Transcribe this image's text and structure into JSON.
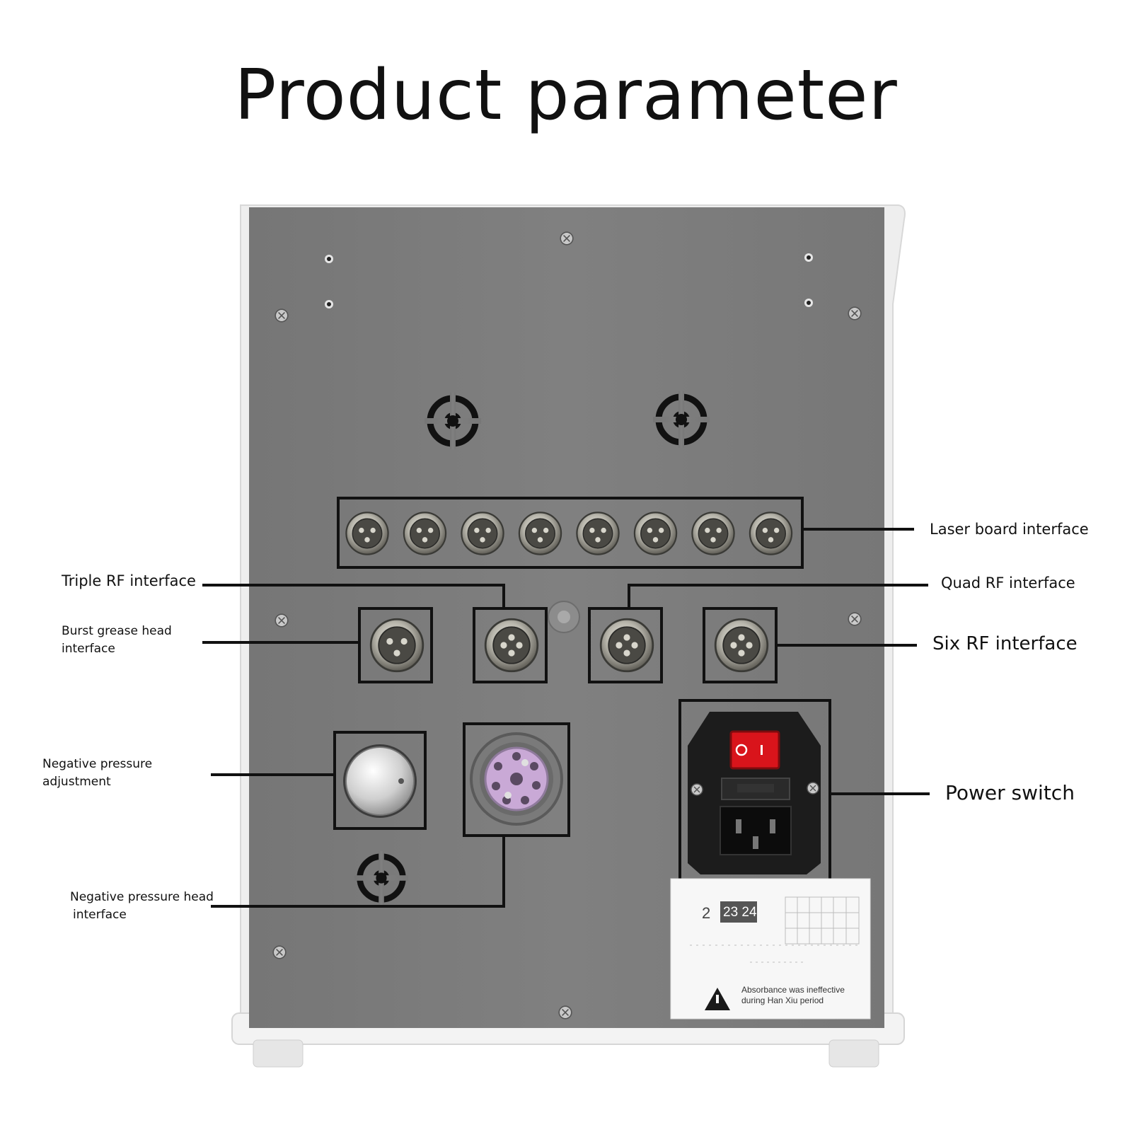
{
  "title": "Product parameter",
  "labels": {
    "laser_board": "Laser board interface",
    "triple_rf": "Triple RF interface",
    "quad_rf": "Quad RF interface",
    "burst_grease_line1": "Burst grease head",
    "burst_grease_line2": "interface",
    "six_rf": "Six RF interface",
    "neg_pressure_adj_line1": "Negative pressure",
    "neg_pressure_adj_line2": "adjustment",
    "power_switch": "Power switch",
    "neg_pressure_head_line1": "Negative pressure head",
    "neg_pressure_head_line2": "interface"
  },
  "sticker": {
    "numbers": "23 24",
    "partial_number": "2",
    "warning_line1": "Absorbance was ineffective",
    "warning_line2": "during Han Xiu period"
  },
  "counts": {
    "laser_connectors": 8
  },
  "colors": {
    "panel": "#7d7d7d",
    "frame": "#ebebeb",
    "callout_box": "#111111",
    "switch_red": "#d9141b"
  }
}
